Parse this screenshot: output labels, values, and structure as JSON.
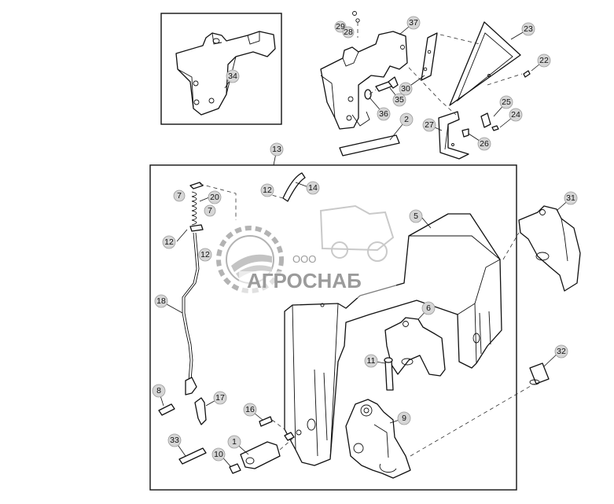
{
  "diagram": {
    "callouts": [
      {
        "id": "c34",
        "label": "34"
      },
      {
        "id": "c29",
        "label": "29"
      },
      {
        "id": "c28",
        "label": "28"
      },
      {
        "id": "c37",
        "label": "37"
      },
      {
        "id": "c23",
        "label": "23"
      },
      {
        "id": "c22",
        "label": "22"
      },
      {
        "id": "c30",
        "label": "30"
      },
      {
        "id": "c35",
        "label": "35"
      },
      {
        "id": "c36",
        "label": "36"
      },
      {
        "id": "c2",
        "label": "2"
      },
      {
        "id": "c25",
        "label": "25"
      },
      {
        "id": "c24",
        "label": "24"
      },
      {
        "id": "c27",
        "label": "27"
      },
      {
        "id": "c26",
        "label": "26"
      },
      {
        "id": "c13",
        "label": "13"
      },
      {
        "id": "c7a",
        "label": "7"
      },
      {
        "id": "c20",
        "label": "20"
      },
      {
        "id": "c7b",
        "label": "7"
      },
      {
        "id": "c12a",
        "label": "12"
      },
      {
        "id": "c12b",
        "label": "12"
      },
      {
        "id": "c12c",
        "label": "12"
      },
      {
        "id": "c14",
        "label": "14"
      },
      {
        "id": "c5",
        "label": "5"
      },
      {
        "id": "c31",
        "label": "31"
      },
      {
        "id": "c18",
        "label": "18"
      },
      {
        "id": "c6",
        "label": "6"
      },
      {
        "id": "c11",
        "label": "11"
      },
      {
        "id": "c32",
        "label": "32"
      },
      {
        "id": "c8",
        "label": "8"
      },
      {
        "id": "c17",
        "label": "17"
      },
      {
        "id": "c16",
        "label": "16"
      },
      {
        "id": "c9",
        "label": "9"
      },
      {
        "id": "c33",
        "label": "33"
      },
      {
        "id": "c1",
        "label": "1"
      },
      {
        "id": "c10",
        "label": "10"
      }
    ]
  },
  "watermark": {
    "company_prefix": "ООО",
    "company_name": "АГРОСНАБ"
  }
}
